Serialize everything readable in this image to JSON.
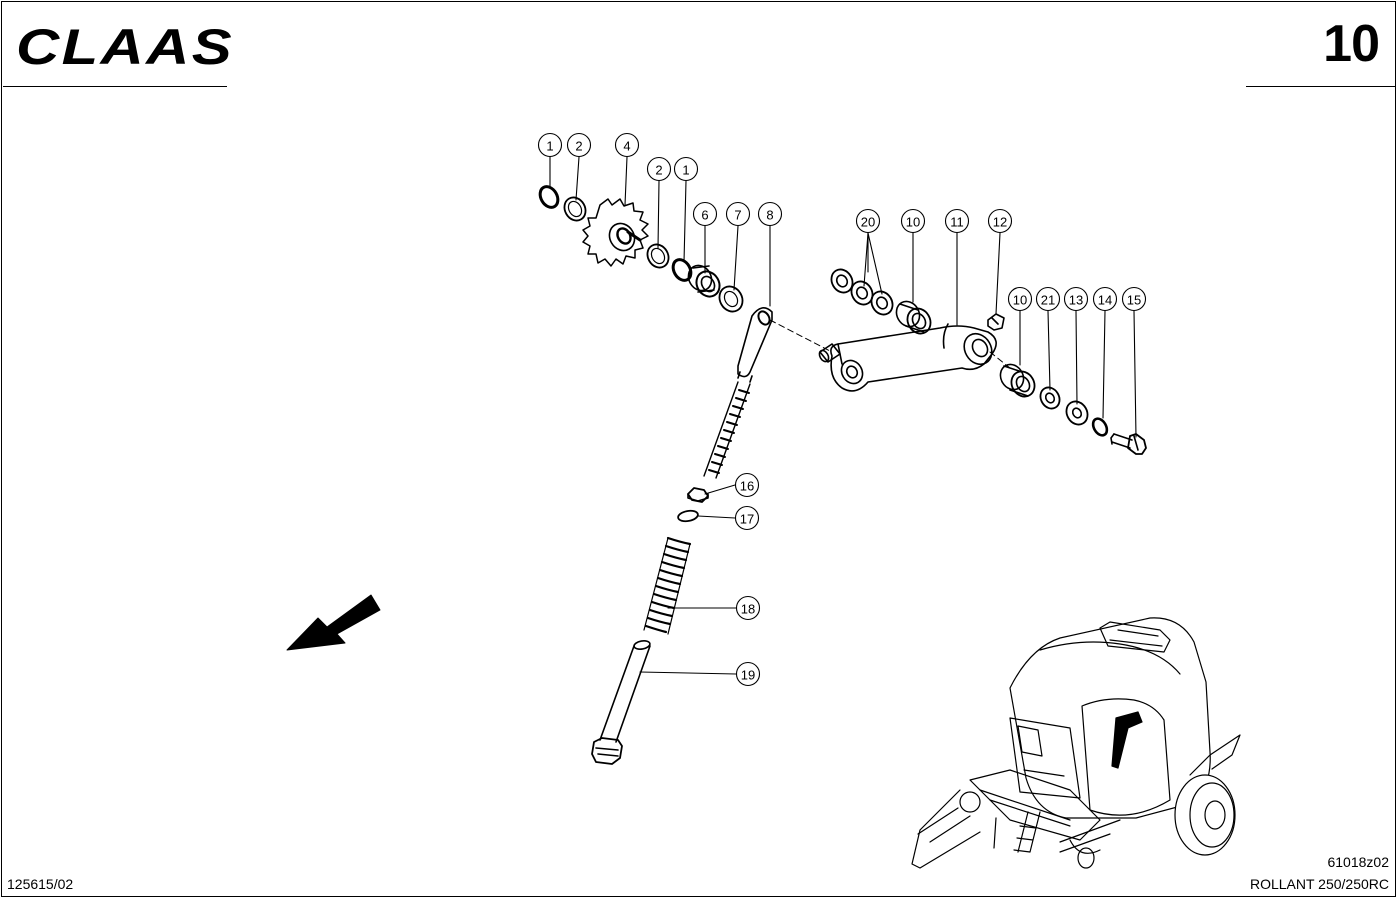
{
  "header": {
    "brand": "CLAAS",
    "page_number": "10"
  },
  "footer": {
    "doc_number": "125615/02",
    "drawing_code": "61018z02",
    "model": "ROLLANT 250/250RC"
  },
  "callouts": [
    {
      "label": "1"
    },
    {
      "label": "2"
    },
    {
      "label": "4"
    },
    {
      "label": "2"
    },
    {
      "label": "1"
    },
    {
      "label": "6"
    },
    {
      "label": "7"
    },
    {
      "label": "8"
    },
    {
      "label": "20"
    },
    {
      "label": "10"
    },
    {
      "label": "11"
    },
    {
      "label": "12"
    },
    {
      "label": "10"
    },
    {
      "label": "21"
    },
    {
      "label": "13"
    },
    {
      "label": "14"
    },
    {
      "label": "15"
    },
    {
      "label": "16"
    },
    {
      "label": "17"
    },
    {
      "label": "18"
    },
    {
      "label": "19"
    }
  ],
  "colors": {
    "ink": "#000000",
    "paper": "#ffffff"
  },
  "icons": {
    "direction": "direction-arrow-icon"
  }
}
